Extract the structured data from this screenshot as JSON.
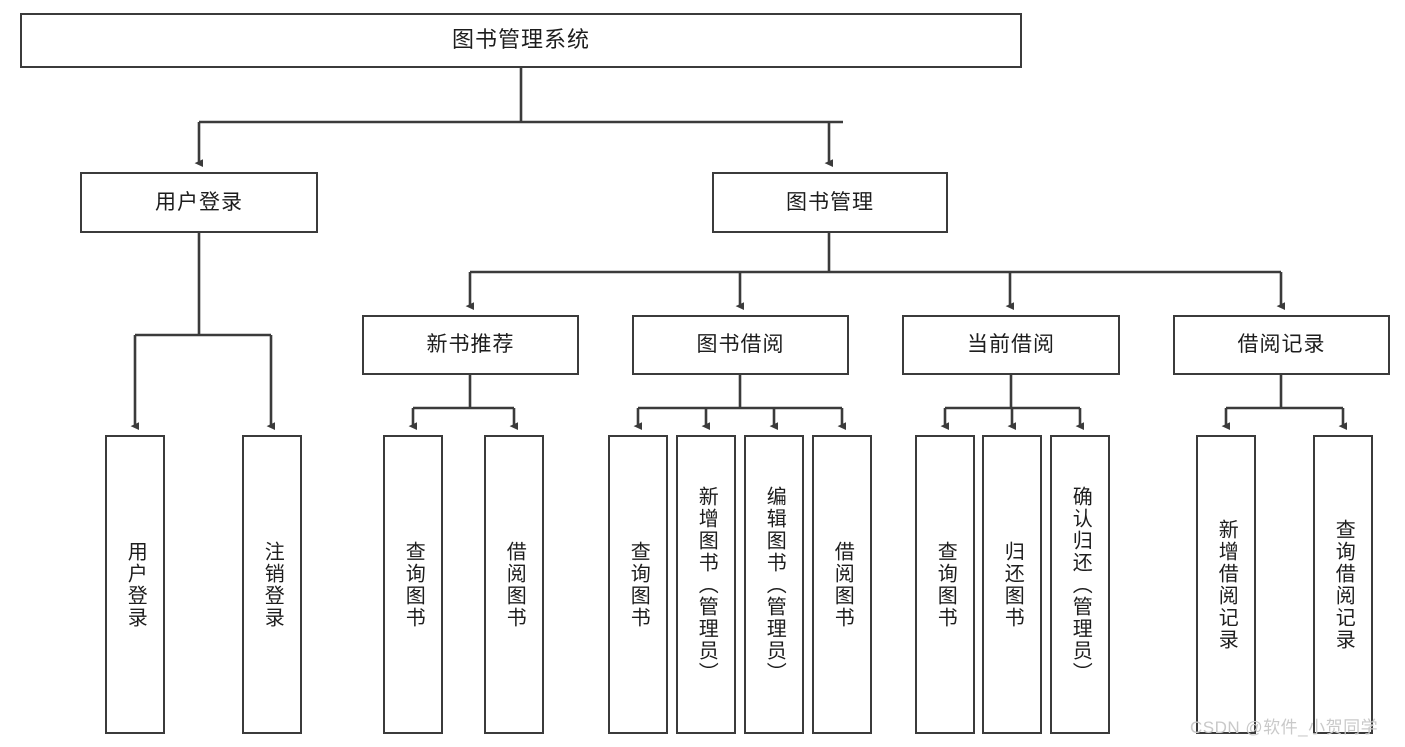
{
  "diagram": {
    "title": "图书管理系统",
    "type": "tree-hierarchy",
    "stroke_color": "#3b3b3b",
    "background_color": "#ffffff",
    "watermark": "CSDN @软件_小贺同学",
    "watermark_color": "#c9c9c9"
  },
  "nodes": {
    "root": {
      "label": "图书管理系统"
    },
    "level1": [
      {
        "label": "用户登录"
      },
      {
        "label": "图书管理"
      }
    ],
    "level2": [
      {
        "label": "新书推荐"
      },
      {
        "label": "图书借阅"
      },
      {
        "label": "当前借阅"
      },
      {
        "label": "借阅记录"
      }
    ],
    "leaves": {
      "user_login": [
        {
          "label": "用户登录"
        },
        {
          "label": "注销登录"
        }
      ],
      "new_book_recommend": [
        {
          "label": "查询图书"
        },
        {
          "label": "借阅图书"
        }
      ],
      "book_borrow": [
        {
          "label": "查询图书"
        },
        {
          "label": "新增图书（管理员）"
        },
        {
          "label": "编辑图书（管理员）"
        },
        {
          "label": "借阅图书"
        }
      ],
      "current_borrow": [
        {
          "label": "查询图书"
        },
        {
          "label": "归还图书"
        },
        {
          "label": "确认归还（管理员）"
        }
      ],
      "borrow_record": [
        {
          "label": "新增借阅记录"
        },
        {
          "label": "查询借阅记录"
        }
      ]
    }
  }
}
